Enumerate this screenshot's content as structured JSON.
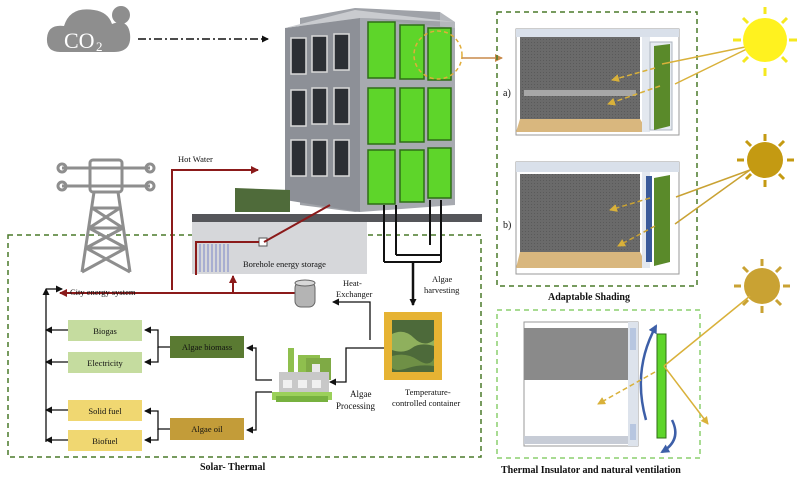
{
  "co2": {
    "label": "CO",
    "sub": "2"
  },
  "labels": {
    "hot_water": "Hot Water",
    "borehole": "Borehole energy storage",
    "city_energy": "City energy system",
    "heat_exchanger_1": "Heat-",
    "heat_exchanger_2": "Exchanger",
    "algae_harvesting_1": "Algae",
    "algae_harvesting_2": "harvesting",
    "algae_processing_1": "Algae",
    "algae_processing_2": "Processing",
    "temp_container_1": "Temperature-",
    "temp_container_2": "controlled container",
    "algae_biomass": "Algae biomass",
    "algae_oil": "Algae oil",
    "biogas": "Biogas",
    "electricity": "Electricity",
    "solid_fuel": "Solid fuel",
    "biofuel": "Biofuel",
    "solar_thermal": "Solar- Thermal",
    "adaptable_shading": "Adaptable Shading",
    "option_a": "a)",
    "option_b": "b)",
    "thermal_insulator": "Thermal Insulator and natural ventilation"
  },
  "colors": {
    "algae_green": "#5ed52a",
    "dashed_green": "#4a7a2a",
    "light_dashed_green": "#8ccf6e",
    "output_green": "#c5dc9f",
    "dark_green_box": "#5a7a32",
    "gold_box": "#c39c39",
    "yellow_box": "#f0d771",
    "pipe_red": "#8b1a1a",
    "sun_yellow": "#fff21f",
    "sun_gold": "#c49a12",
    "sun_gold2": "#c9a233"
  }
}
